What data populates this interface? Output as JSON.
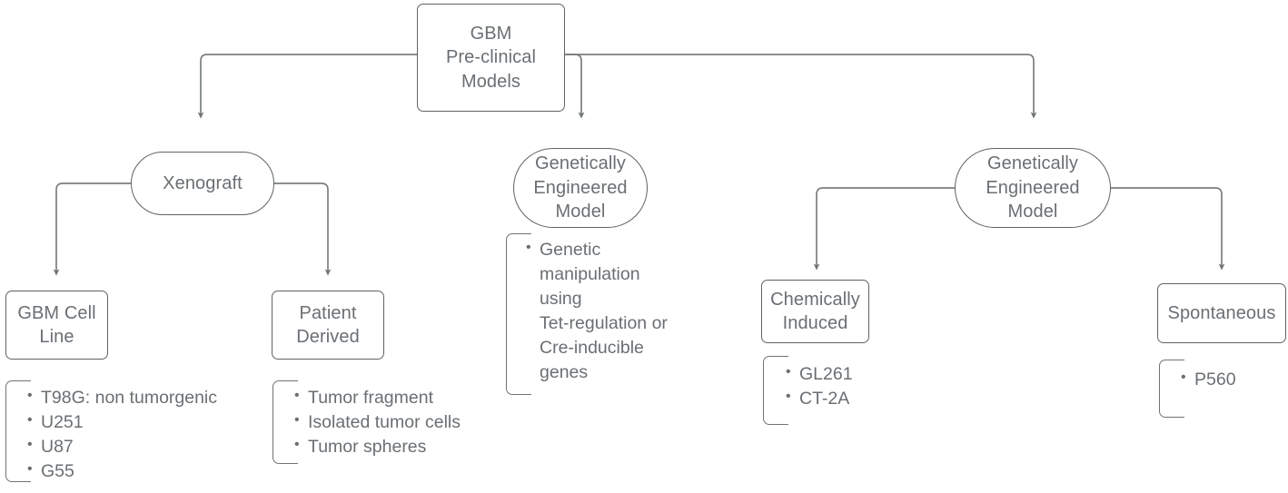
{
  "diagram": {
    "title": "GBM Pre-clinical Models",
    "type": "hierarchy-flowchart",
    "colors": {
      "border": "#5e6366",
      "text": "#6a6f73",
      "connector": "#7a7f82",
      "background": "#ffffff"
    },
    "nodes": {
      "root": {
        "label": "GBM\nPre-clinical\nModels",
        "shape": "rect"
      },
      "xenograft": {
        "label": "Xenograft",
        "shape": "pill"
      },
      "gem_center": {
        "label": "Genetically\nEngineered\nModel",
        "shape": "pill"
      },
      "gem_right": {
        "label": "Genetically\nEngineered\nModel",
        "shape": "pill"
      },
      "gbm_cell_line": {
        "label": "GBM Cell\nLine",
        "shape": "rect"
      },
      "patient_derived": {
        "label": "Patient\nDerived",
        "shape": "rect"
      },
      "chemically_induced": {
        "label": "Chemically\nInduced",
        "shape": "rect"
      },
      "spontaneous": {
        "label": "Spontaneous",
        "shape": "rect"
      }
    },
    "lists": {
      "gbm_cell_line_items": [
        "T98G: non tumorgenic",
        "U251",
        "U87",
        "G55"
      ],
      "patient_derived_items": [
        "Tumor fragment",
        "Isolated tumor cells",
        "Tumor spheres"
      ],
      "gem_center_items": [
        "Genetic\nmanipulation\nusing\nTet-regulation or\nCre-inducible\ngenes"
      ],
      "chemically_induced_items": [
        "GL261",
        "CT-2A"
      ],
      "spontaneous_items": [
        "P560"
      ]
    }
  }
}
